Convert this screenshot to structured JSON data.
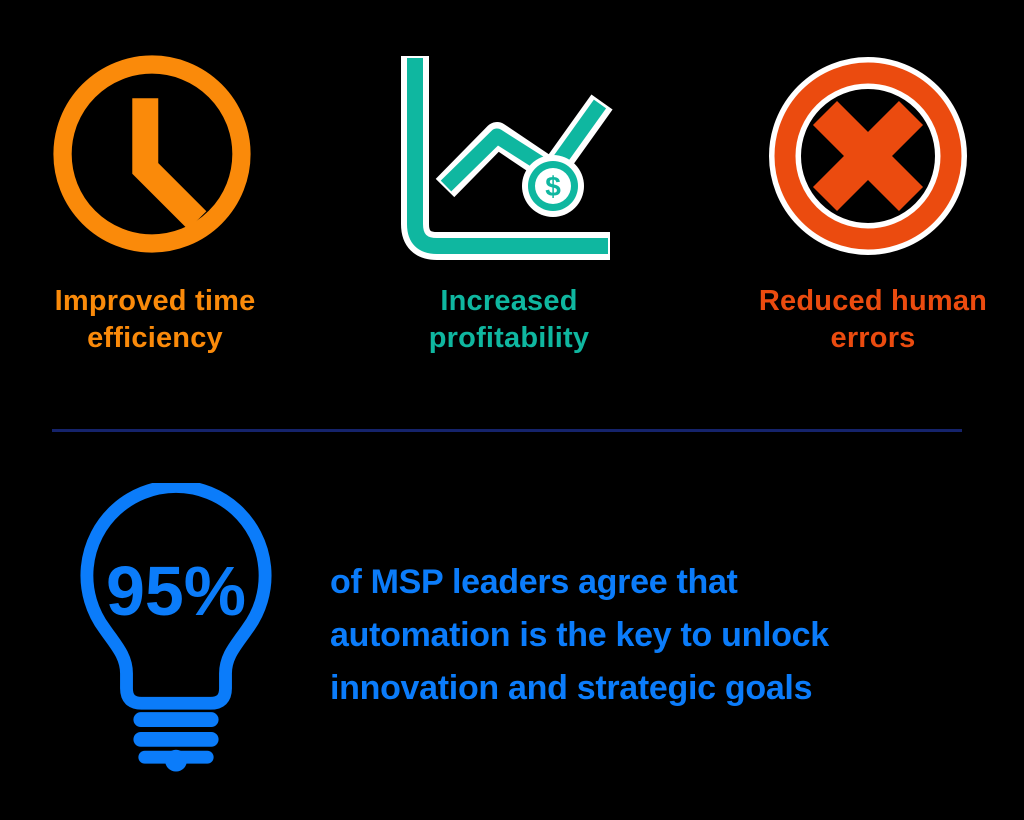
{
  "colors": {
    "background": "#000000",
    "orange": "#FA8A0A",
    "teal": "#0FB7A0",
    "red_orange": "#EB4B0F",
    "blue": "#0B7CFA",
    "divider_navy": "#15236B",
    "white": "#FFFFFF"
  },
  "benefits": [
    {
      "icon": "clock-icon",
      "lines": [
        "Improved time",
        "efficiency"
      ]
    },
    {
      "icon": "profit-chart-icon",
      "lines": [
        "Increased",
        "profitability"
      ]
    },
    {
      "icon": "error-cross-icon",
      "lines": [
        "Reduced human",
        "errors"
      ]
    }
  ],
  "chart_coin_symbol": "$",
  "stat": {
    "icon": "lightbulb-icon",
    "value": "95%",
    "lines": [
      "of MSP leaders agree that",
      "automation is the key to unlock",
      "innovation and strategic goals"
    ]
  }
}
